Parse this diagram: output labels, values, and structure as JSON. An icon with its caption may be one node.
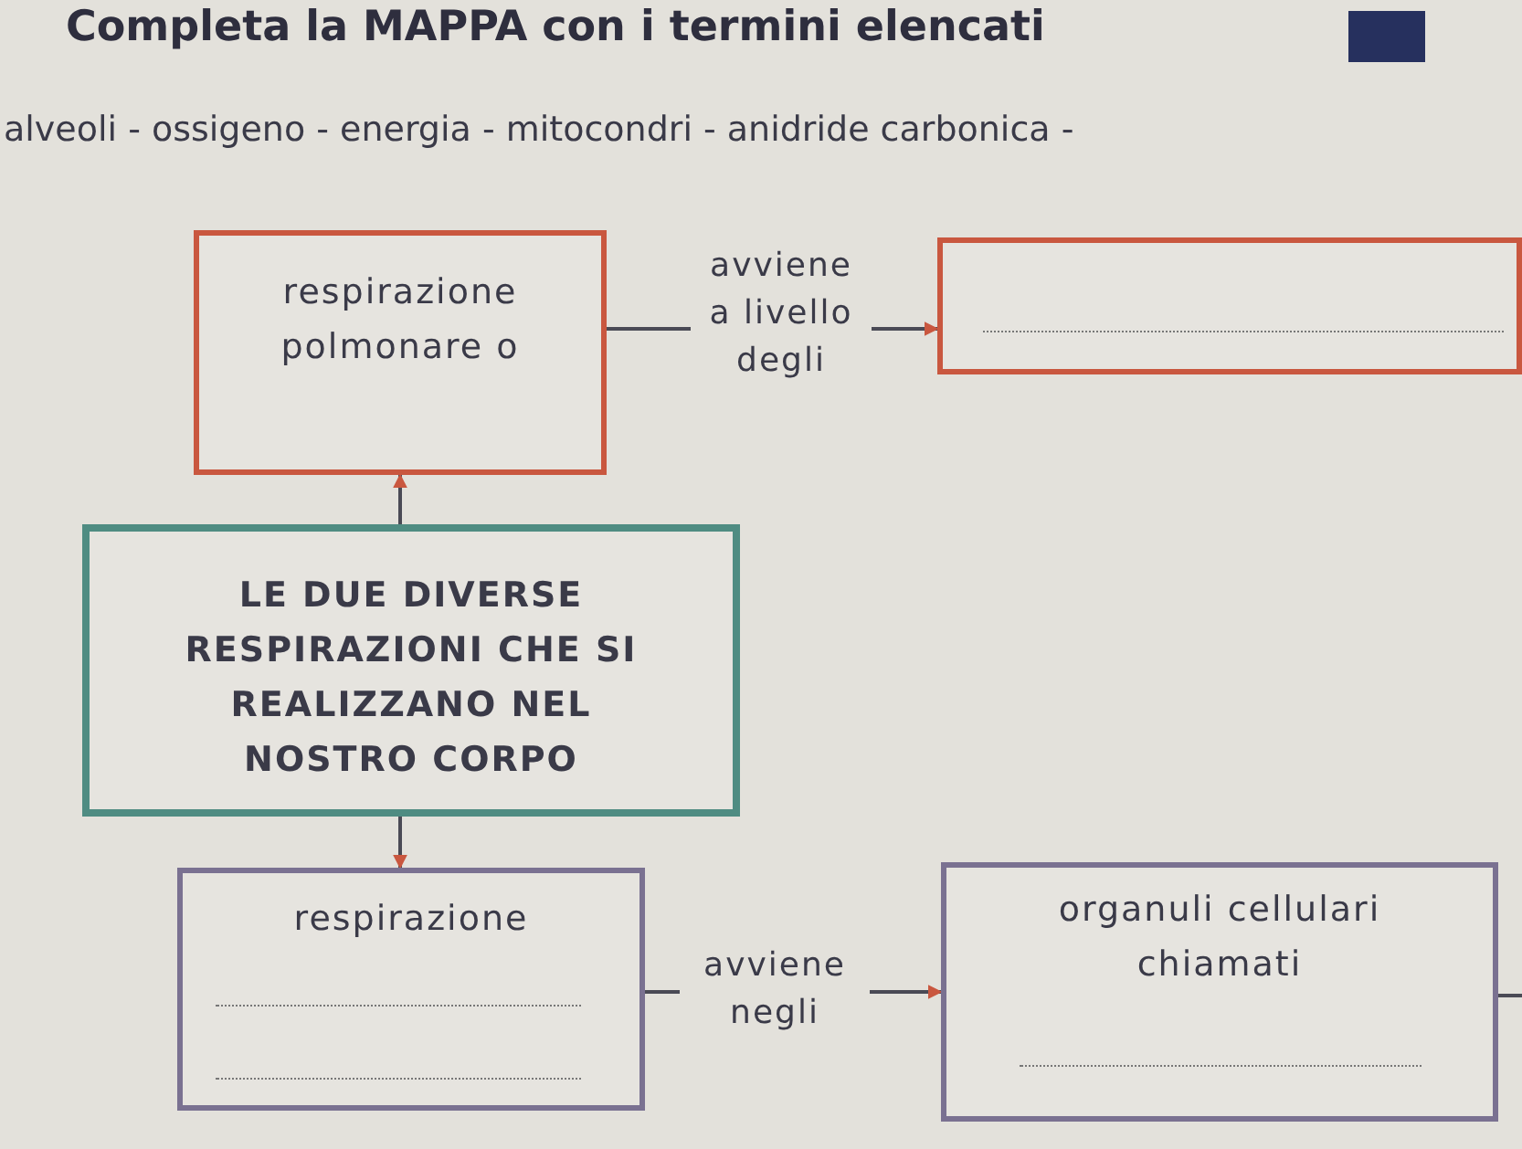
{
  "diagram": {
    "title": "Completa la MAPPA con i termini elencati",
    "nodes": [
      {
        "text": [
          "respirazione polmonare o"
        ]
      },
      {
        "text": [],
        "shape": "box"
      },
      {
        "text": [
          "LE DUE DIVERSE RESPIRAZIONI CHE SI REALIZZANO NEL NOSTRO CORPO"
        ]
      },
      {
        "text": [
          "respirazione"
        ]
      },
      {
        "text": [
          "organuli cellulari chiamati"
        ]
      }
    ],
    "edges": [
      {
        "from": 2,
        "to": 0,
        "arrow": "to"
      },
      {
        "from": 0,
        "to": 1,
        "arrow": "to",
        "label": "avviene a livello degli"
      },
      {
        "from": 2,
        "to": 3,
        "arrow": "to"
      },
      {
        "from": 3,
        "to": 4,
        "arrow": "to",
        "label": "avviene negli"
      },
      {
        "from": 4,
        "to": null,
        "arrow": "none"
      }
    ],
    "labels": [
      "alveoli - ossigeno - energia - mitocondri - anidride carbonica -"
    ]
  }
}
